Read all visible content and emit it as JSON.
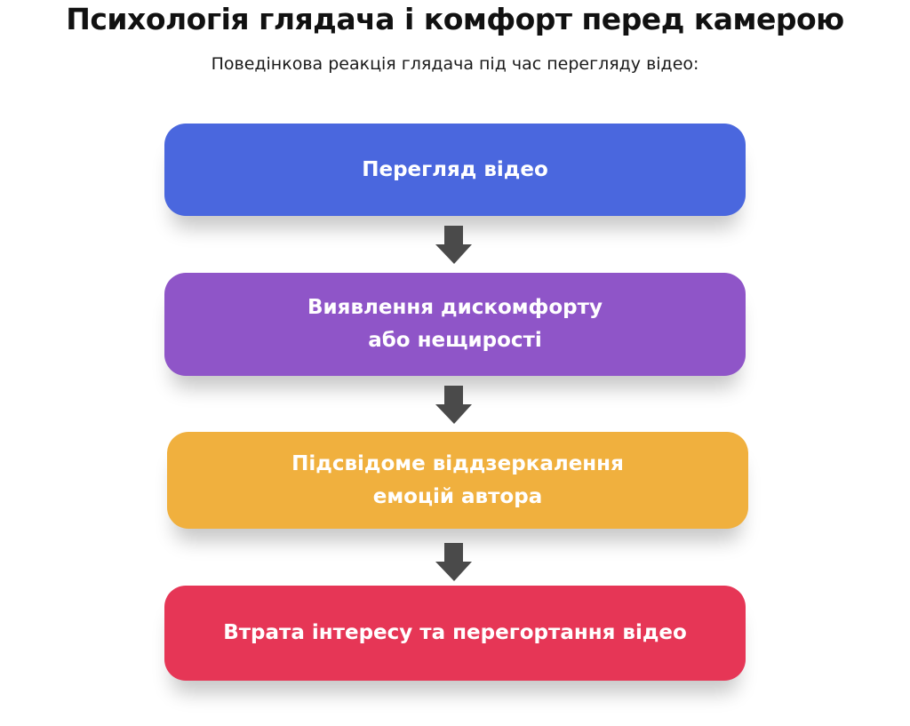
{
  "header": {
    "title": "Психологія глядача і комфорт перед камерою",
    "subtitle": "Поведінкова реакція глядача під час перегляду відео:"
  },
  "flow": {
    "steps": [
      {
        "label": "Перегляд відео",
        "color": "#4a67de"
      },
      {
        "label": "Виявлення дискомфорту\nабо нещирості",
        "color": "#8f55c8"
      },
      {
        "label": "Підсвідоме віддзеркалення\nемоцій автора",
        "color": "#f0b03e"
      },
      {
        "label": "Втрата інтересу та перегортання відео",
        "color": "#e63656"
      }
    ],
    "arrow_color": "#4a4a4a",
    "arrow_icon": "arrow-down-icon"
  }
}
